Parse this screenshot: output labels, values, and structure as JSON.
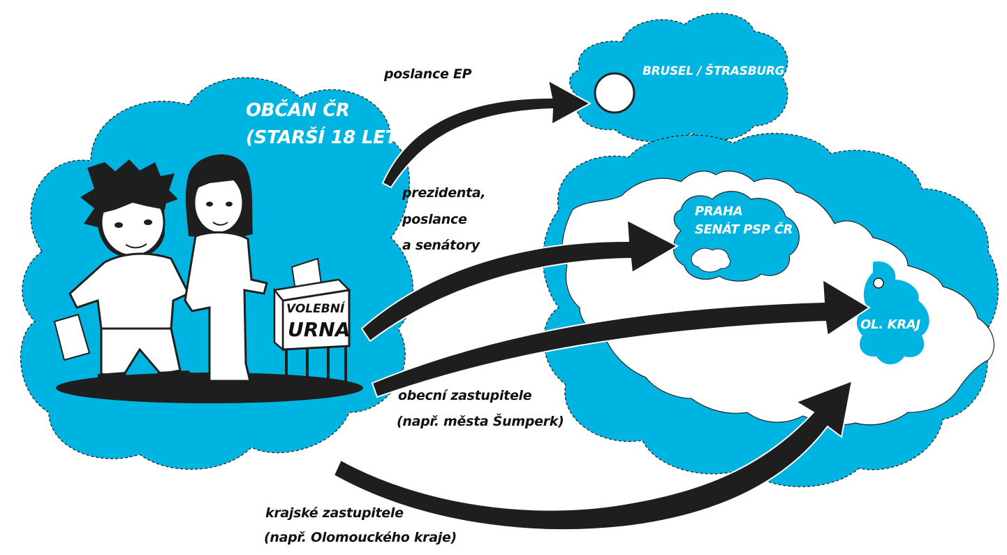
{
  "colors": {
    "cloud": "#00b4e1",
    "arrow": "#1e1e1e",
    "outline": "#222222",
    "land": "#ffffff"
  },
  "clouds": {
    "citizen": {
      "title_line1": "OBČAN ČR",
      "title_line2": "(STARŠÍ 18 LET)"
    },
    "eu": {
      "title": "BRUSEL / ŠTRASBURG"
    },
    "czech": {
      "prague_line1": "PRAHA",
      "prague_line2": "SENÁT PSP ČR",
      "region": "OL. KRAJ"
    }
  },
  "ballot_box": {
    "line1": "VOLEBNÍ",
    "line2": "URNA"
  },
  "arrows": {
    "ep": "poslance EP",
    "national_line1": "prezidenta,",
    "national_line2": "poslance",
    "national_line3": "a senátory",
    "municipal_line1": "obecní zastupitele",
    "municipal_line2": "(např. města Šumperk)",
    "regional_line1": "krajské zastupitele",
    "regional_line2": "(např. Olomouckého kraje)"
  },
  "icons": [
    "person-man-icon",
    "person-woman-icon",
    "ballot-paper-icon",
    "ballot-box-icon",
    "location-marker-icon"
  ]
}
